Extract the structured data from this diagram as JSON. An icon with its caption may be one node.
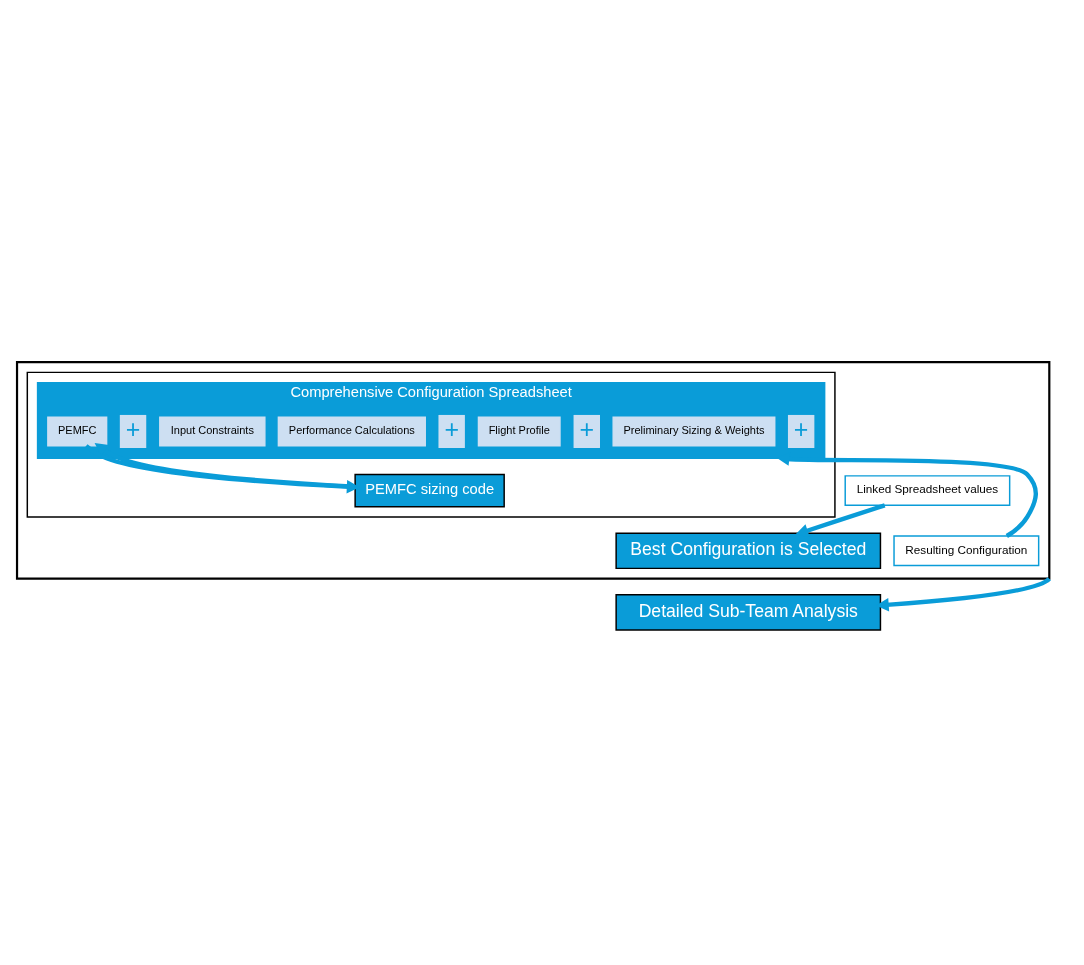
{
  "diagram": {
    "nodes": [
      {
        "text": [],
        "shape": "box"
      },
      {
        "text": [],
        "shape": "box",
        "in": 0
      },
      {
        "text": [
          "Comprehensive Configuration Spreadsheet"
        ],
        "in": 1
      },
      {
        "text": [
          "Preliminary Sizing & Weights"
        ],
        "in": 2
      },
      {
        "text": [
          "Performance Calculations"
        ],
        "in": 2
      },
      {
        "text": [
          "Flight Profile"
        ],
        "in": 2
      },
      {
        "text": [
          "PEMFC"
        ],
        "in": 2
      },
      {
        "text": [
          "Input Constraints"
        ],
        "in": 2
      },
      {
        "text": [
          "PEMFC sizing code"
        ],
        "in": 1
      },
      {
        "text": [
          "Linked Spreadsheet values"
        ],
        "in": 0
      },
      {
        "text": [
          "Resulting Configuration"
        ],
        "in": 0
      },
      {
        "text": [
          "Best Configuration is Selected"
        ],
        "in": 0
      },
      {
        "text": [
          "Detailed Sub-Team Analysis"
        ]
      }
    ],
    "edges": [
      {
        "from": 6,
        "to": 8,
        "arrow": "to"
      },
      {
        "from": 8,
        "to": 6,
        "arrow": "to"
      },
      {
        "from": 10,
        "to": 2,
        "arrow": "to"
      },
      {
        "from": 9,
        "to": 11,
        "arrow": "to"
      },
      {
        "from": 0,
        "to": 12,
        "arrow": "to"
      }
    ],
    "labels": [
      "+",
      "+",
      "+",
      "+"
    ]
  }
}
